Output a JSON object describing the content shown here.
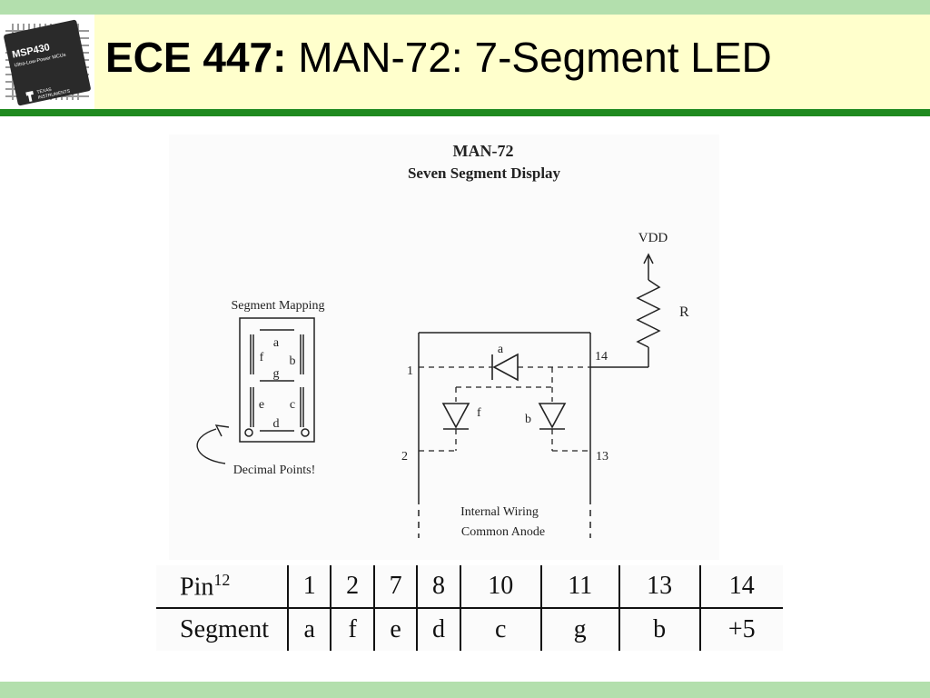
{
  "slide": {
    "title_bold": "ECE 447:",
    "title_rest": "MAN-72: 7-Segment LED",
    "colors": {
      "band": "#b3dfad",
      "header": "#ffffcc",
      "rule": "#1f8a1f"
    }
  },
  "chip_logo": {
    "name": "MSP430",
    "tagline": "Ultra-Low-Power MCUs",
    "maker_line1": "TEXAS",
    "maker_line2": "INSTRUMENTS"
  },
  "diagram": {
    "title_line1": "MAN-72",
    "title_line2": "Seven Segment Display",
    "segment_mapping_label": "Segment Mapping",
    "decimal_points_label": "Decimal Points!",
    "segments": [
      "a",
      "b",
      "c",
      "d",
      "e",
      "f",
      "g"
    ],
    "vdd_label": "VDD",
    "resistor_label": "R",
    "wiring_line1": "Internal Wiring",
    "wiring_line2": "Common Anode",
    "pins": {
      "p1": "1",
      "p2": "2",
      "p13": "13",
      "p14": "14"
    },
    "diode_labels": {
      "a": "a",
      "f": "f",
      "b": "b"
    }
  },
  "pin_table": {
    "pin_header": "Pin",
    "pin_header_sup": "12",
    "segment_header": "Segment",
    "pins": [
      "1",
      "2",
      "7",
      "8",
      "10",
      "11",
      "13",
      "14"
    ],
    "segments": [
      "a",
      "f",
      "e",
      "d",
      "c",
      "g",
      "b",
      "+5"
    ]
  }
}
